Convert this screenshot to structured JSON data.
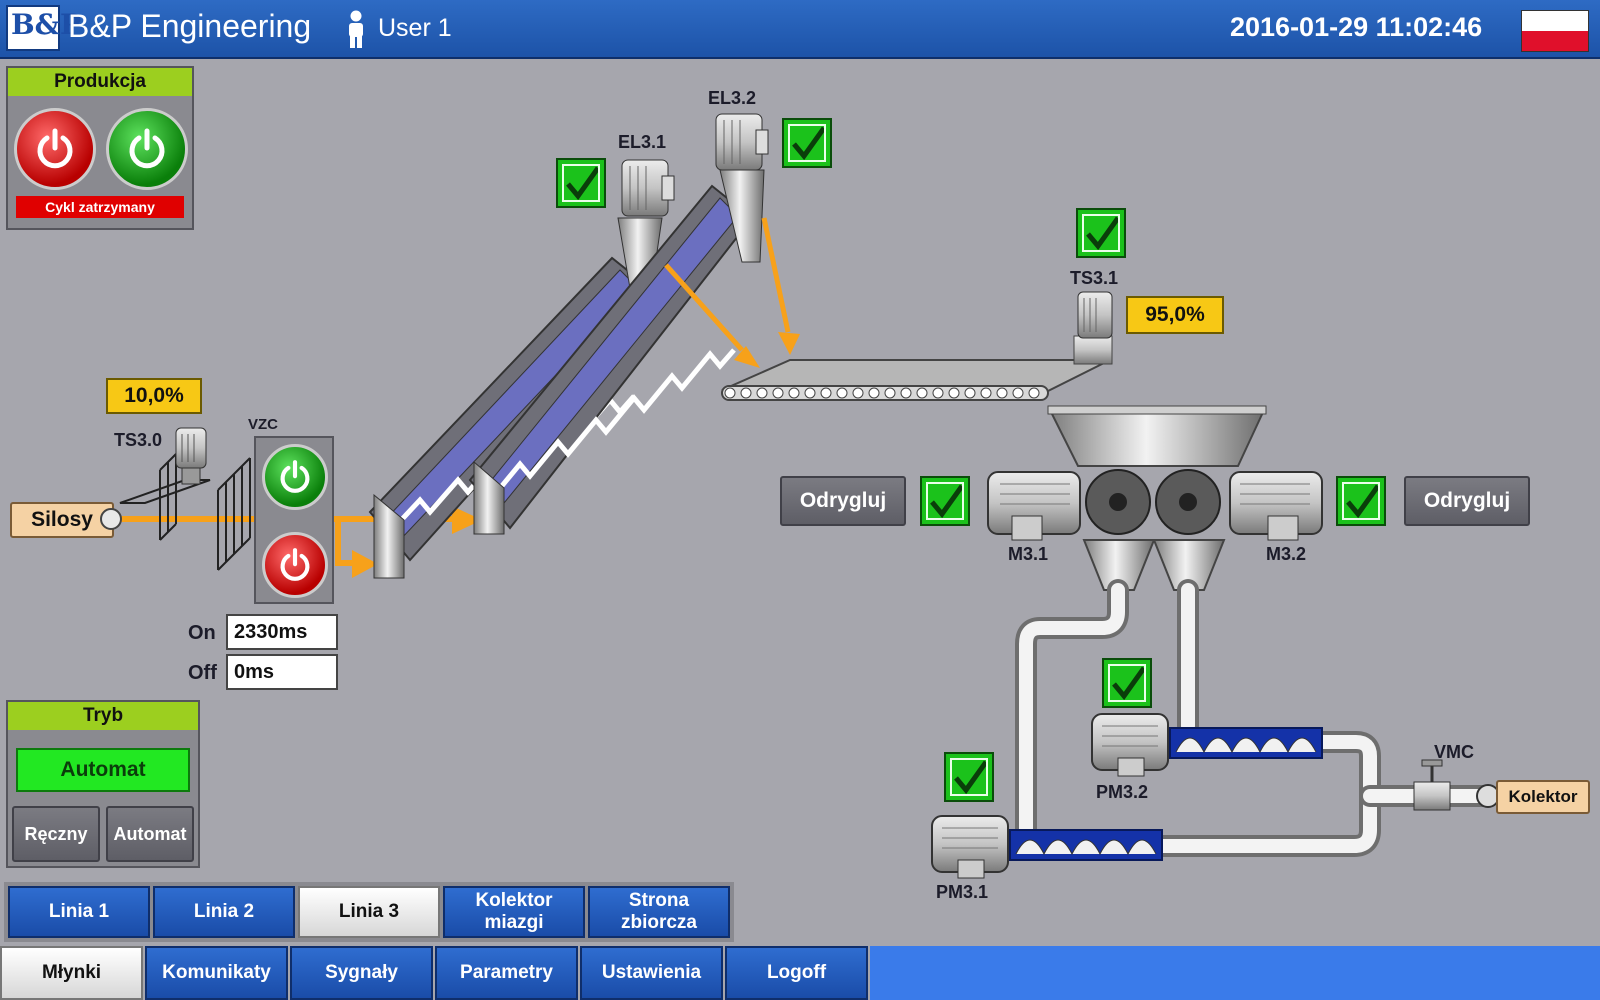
{
  "header": {
    "logo_text": "B&P",
    "app_title": "B&P Engineering",
    "user": "User 1",
    "datetime": "2016-01-29 11:02:46",
    "language_flag": "pl"
  },
  "production_panel": {
    "title": "Produkcja",
    "status": "Cykl zatrzymany"
  },
  "mode_panel": {
    "title": "Tryb",
    "current_mode": "Automat",
    "manual_button": "Ręczny",
    "auto_button": "Automat"
  },
  "process": {
    "silosy_label": "Silosy",
    "ts30_label": "TS3.0",
    "ts30_value": "10,0%",
    "vzc_label": "VZC",
    "on_label": "On",
    "on_value": "2330ms",
    "off_label": "Off",
    "off_value": "0ms",
    "el31_label": "EL3.1",
    "el32_label": "EL3.2",
    "ts31_label": "TS3.1",
    "ts31_value": "95,0%",
    "m31_label": "M3.1",
    "m32_label": "M3.2",
    "pm31_label": "PM3.1",
    "pm32_label": "PM3.2",
    "vmc_label": "VMC",
    "kolektor_label": "Kolektor",
    "odrygluj_left": "Odrygluj",
    "odrygluj_right": "Odrygluj"
  },
  "line_tabs": [
    {
      "label": "Linia 1"
    },
    {
      "label": "Linia 2"
    },
    {
      "label": "Linia 3"
    },
    {
      "label": "Kolektor miazgi"
    },
    {
      "label": "Strona zbiorcza"
    }
  ],
  "nav_tabs": [
    {
      "label": "Młynki"
    },
    {
      "label": "Komunikaty"
    },
    {
      "label": "Sygnały"
    },
    {
      "label": "Parametry"
    },
    {
      "label": "Ustawienia"
    },
    {
      "label": "Logoff"
    }
  ],
  "colors": {
    "header_blue": "#1d53a8",
    "background": "#a6a6ad",
    "panel_green": "#9ccf1f",
    "status_red": "#e00000",
    "check_green": "#1bc21b",
    "flow_orange": "#f7a11a",
    "value_yellow": "#f7c815"
  }
}
